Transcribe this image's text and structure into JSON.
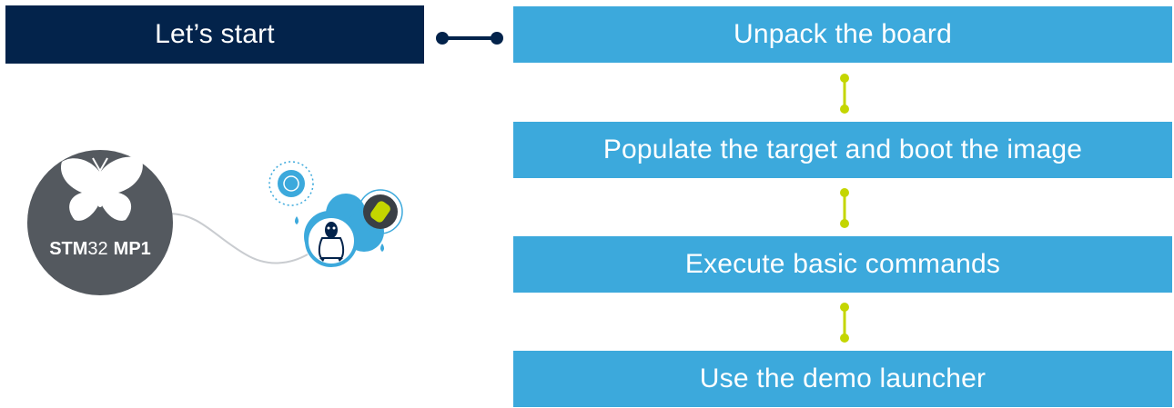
{
  "header": {
    "label": "Let’s start"
  },
  "steps": [
    {
      "label": "Unpack the board"
    },
    {
      "label": "Populate the target and boot the image"
    },
    {
      "label": "Execute basic commands"
    },
    {
      "label": "Use the demo launcher"
    }
  ],
  "logo": {
    "brand_prefix": "STM",
    "brand_number": "32",
    "brand_suffix": "MP1"
  },
  "icons": [
    "butterfly-icon",
    "linux-penguin-icon",
    "chip-icon",
    "target-icon"
  ],
  "colors": {
    "header_bg": "#03234b",
    "step_bg": "#3ca9dc",
    "connector_dark": "#03234b",
    "connector_green": "#c4d600",
    "logo_gray": "#54595f"
  }
}
